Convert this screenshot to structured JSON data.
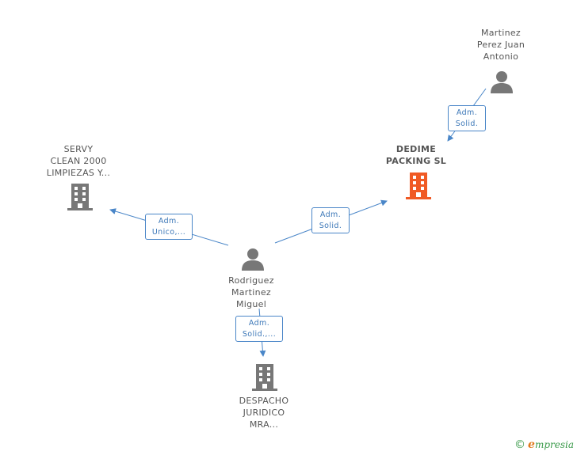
{
  "nodes": {
    "martinez": {
      "lines": [
        "Martinez",
        "Perez Juan",
        "Antonio"
      ],
      "icon": "person-icon",
      "color": "#777777"
    },
    "dedime": {
      "lines": [
        "DEDIME",
        "PACKING SL"
      ],
      "icon": "building-icon",
      "color": "#f05a24"
    },
    "servy": {
      "lines": [
        "SERVY",
        "CLEAN 2000",
        "LIMPIEZAS Y..."
      ],
      "icon": "building-icon",
      "color": "#777777"
    },
    "rodriguez": {
      "lines": [
        "Rodriguez",
        "Martinez",
        "Miguel"
      ],
      "icon": "person-icon",
      "color": "#777777"
    },
    "despacho": {
      "lines": [
        "DESPACHO",
        "JURIDICO",
        "MRA..."
      ],
      "icon": "building-icon",
      "color": "#777777"
    }
  },
  "edges": {
    "martinez_dedime": {
      "lines": [
        "Adm.",
        "Solid."
      ]
    },
    "rodriguez_servy": {
      "lines": [
        "Adm.",
        "Unico,..."
      ]
    },
    "rodriguez_dedime": {
      "lines": [
        "Adm.",
        "Solid."
      ]
    },
    "rodriguez_despacho": {
      "lines": [
        "Adm.",
        "Solid.,..."
      ]
    }
  },
  "colors": {
    "edge": "#4a86c8",
    "node_text": "#555555",
    "brand": "#3a9a4a",
    "brand_accent": "#e07a1f"
  },
  "footer": {
    "copyright": "©",
    "brand_first": "e",
    "brand_rest": "mpresia"
  }
}
